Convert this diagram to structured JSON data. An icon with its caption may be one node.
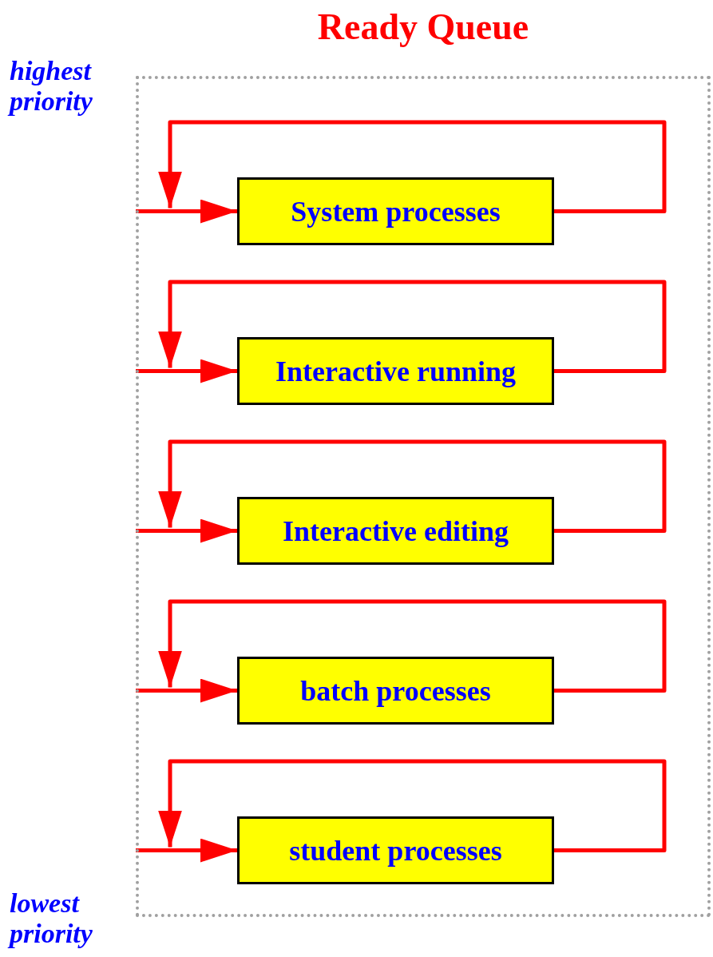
{
  "diagram": {
    "nodes": [
      {
        "text": [
          "Ready Queue"
        ]
      },
      {
        "text": [
          "System processes"
        ],
        "in": 0
      },
      {
        "text": [
          "Interactive running"
        ],
        "in": 0
      },
      {
        "text": [
          "Interactive editing"
        ],
        "in": 0
      },
      {
        "text": [
          "batch processes"
        ],
        "in": 0
      },
      {
        "text": [
          "student processes"
        ],
        "in": 0
      }
    ],
    "edges": [
      {
        "from": null,
        "to": 1,
        "arrow": "to",
        "color": "#ff0000"
      },
      {
        "from": 1,
        "to": null,
        "arrow": "to",
        "color": "#ff0000"
      },
      {
        "from": null,
        "to": 2,
        "arrow": "to",
        "color": "#ff0000"
      },
      {
        "from": 2,
        "to": null,
        "arrow": "to",
        "color": "#ff0000"
      },
      {
        "from": null,
        "to": 3,
        "arrow": "to",
        "color": "#ff0000"
      },
      {
        "from": 3,
        "to": null,
        "arrow": "to",
        "color": "#ff0000"
      },
      {
        "from": null,
        "to": 4,
        "arrow": "to",
        "color": "#ff0000"
      },
      {
        "from": 4,
        "to": null,
        "arrow": "to",
        "color": "#ff0000"
      },
      {
        "from": null,
        "to": 5,
        "arrow": "to",
        "color": "#ff0000"
      },
      {
        "from": 5,
        "to": null,
        "arrow": "to",
        "color": "#ff0000"
      }
    ],
    "labels": [
      "highest priority",
      "lowest priority"
    ]
  }
}
